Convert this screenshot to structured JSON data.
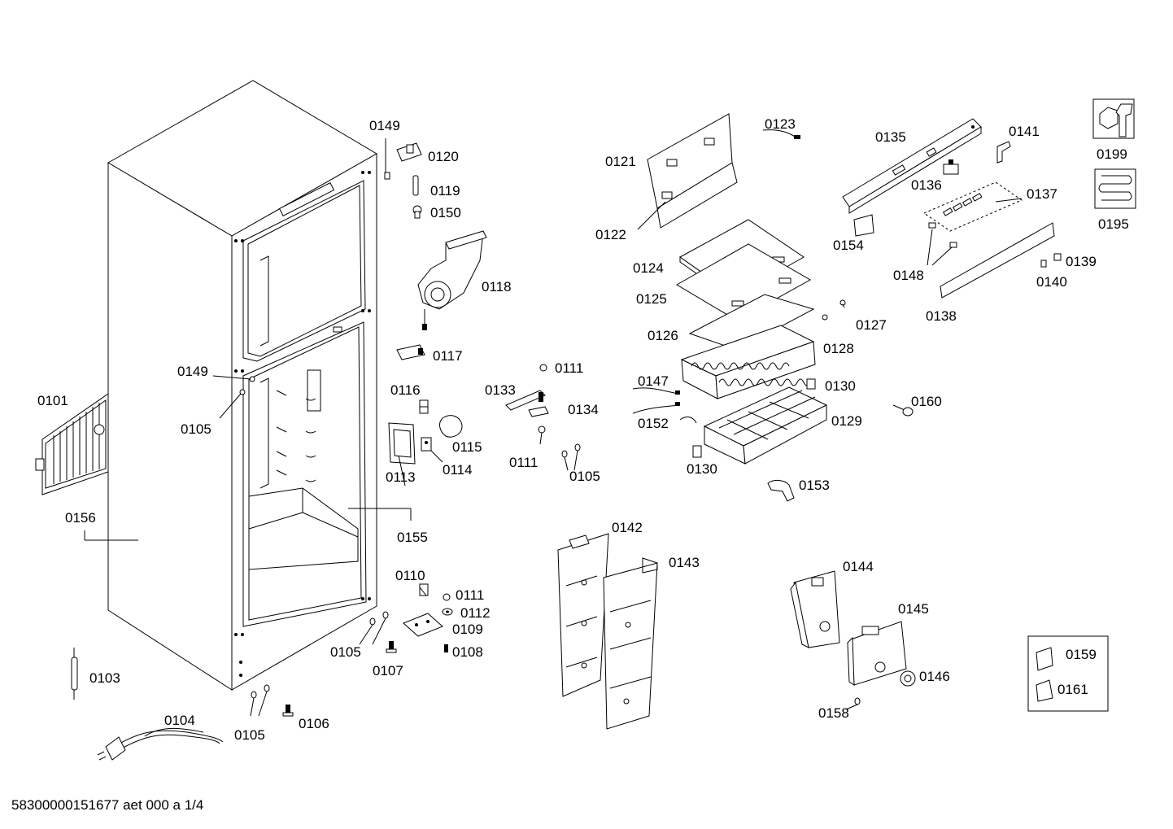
{
  "labels": {
    "l0101": "0101",
    "l0103": "0103",
    "l0104": "0104",
    "l0105a": "0105",
    "l0105b": "0105",
    "l0105c": "0105",
    "l0105d": "0105",
    "l0106": "0106",
    "l0107": "0107",
    "l0108": "0108",
    "l0109": "0109",
    "l0110": "0110",
    "l0111a": "0111",
    "l0111b": "0111",
    "l0111c": "0111",
    "l0112": "0112",
    "l0113": "0113",
    "l0114": "0114",
    "l0115": "0115",
    "l0116": "0116",
    "l0117": "0117",
    "l0118": "0118",
    "l0119": "0119",
    "l0120": "0120",
    "l0121": "0121",
    "l0122": "0122",
    "l0123": "0123",
    "l0124": "0124",
    "l0125": "0125",
    "l0126": "0126",
    "l0127": "0127",
    "l0128": "0128",
    "l0129": "0129",
    "l0130a": "0130",
    "l0130b": "0130",
    "l0133": "0133",
    "l0134": "0134",
    "l0135": "0135",
    "l0136": "0136",
    "l0137": "0137",
    "l0138": "0138",
    "l0139": "0139",
    "l0140": "0140",
    "l0141": "0141",
    "l0142": "0142",
    "l0143": "0143",
    "l0144": "0144",
    "l0145": "0145",
    "l0146": "0146",
    "l0147": "0147",
    "l0148": "0148",
    "l0149a": "0149",
    "l0149b": "0149",
    "l0150": "0150",
    "l0152": "0152",
    "l0153": "0153",
    "l0154": "0154",
    "l0155": "0155",
    "l0156": "0156",
    "l0158": "0158",
    "l0159": "0159",
    "l0160": "0160",
    "l0161": "0161",
    "l0195": "0195",
    "l0199": "0199"
  },
  "icons": {
    "tool_box": "wrench-nut-icon",
    "coil_box": "heating-coil-icon"
  },
  "footer": {
    "document_code": "58300000151677 aet 000 a 1/4"
  }
}
